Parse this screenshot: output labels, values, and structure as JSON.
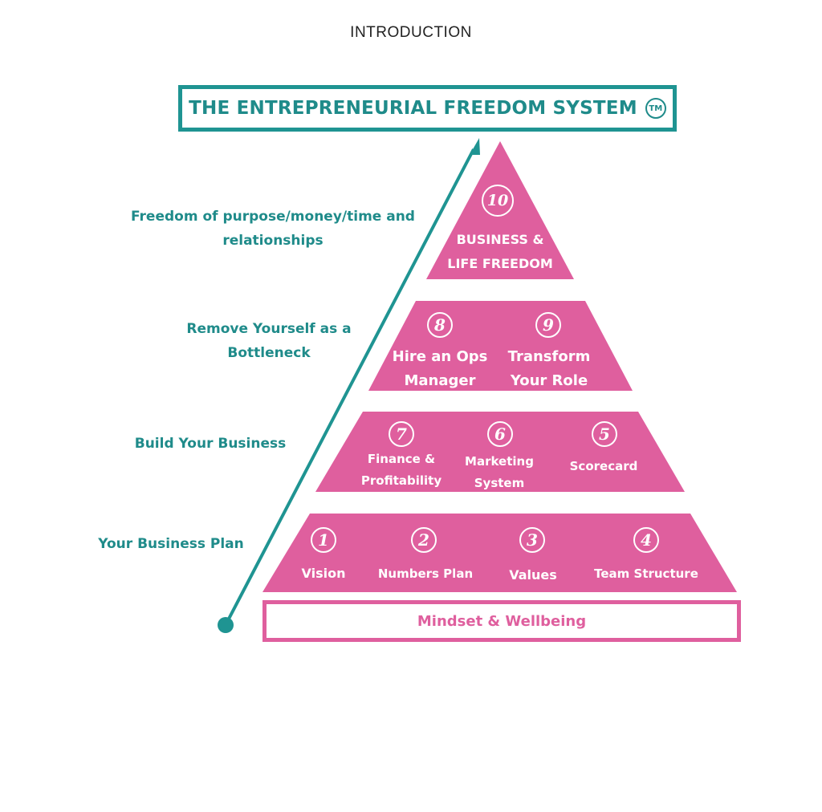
{
  "header": {
    "intro": "INTRODUCTION"
  },
  "title": {
    "text": "THE ENTREPRENEURIAL FREEDOM SYSTEM",
    "icon": "trademark-icon",
    "tm": "TM"
  },
  "colors": {
    "teal": "#1f8b8a",
    "pink": "#df5f9e"
  },
  "side_labels": {
    "freedom": "Freedom of purpose/money/time and relationships",
    "remove": "Remove Yourself as a Bottleneck",
    "build": "Build Your Business",
    "plan": "Your Business Plan"
  },
  "tiers": {
    "top": {
      "num": "10",
      "label": "BUSINESS &\nLIFE FREEDOM"
    },
    "second": [
      {
        "num": "8",
        "label": "Hire an Ops\nManager"
      },
      {
        "num": "9",
        "label": "Transform\nYour Role"
      }
    ],
    "third": [
      {
        "num": "7",
        "label": "Finance  &\nProfitability"
      },
      {
        "num": "6",
        "label": "Marketing\nSystem"
      },
      {
        "num": "5",
        "label": "Scorecard"
      }
    ],
    "bottom": [
      {
        "num": "1",
        "label": "Vision"
      },
      {
        "num": "2",
        "label": "Numbers Plan"
      },
      {
        "num": "3",
        "label": "Values"
      },
      {
        "num": "4",
        "label": "Team Structure"
      }
    ]
  },
  "base": {
    "label": "Mindset & Wellbeing"
  }
}
